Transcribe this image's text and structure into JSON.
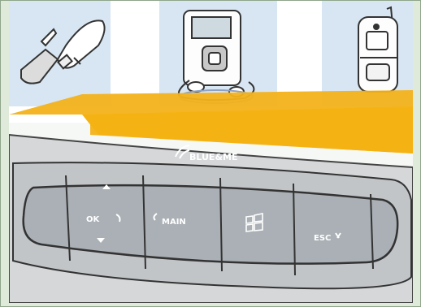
{
  "illustration": {
    "devices": [
      {
        "id": "usb-stick",
        "icon": "usb-stick-icon"
      },
      {
        "id": "mp3-player",
        "icon": "mp3-player-icon"
      },
      {
        "id": "mobile-phone",
        "icon": "mobile-phone-icon"
      }
    ],
    "arrow_color": "#f3b21b",
    "panel_background": "#dfeadb",
    "device_backdrop": "#d8e6f3",
    "brand_logo": {
      "text": "BLUE&ME",
      "icon": "wireless-signal-icon"
    },
    "buttons": [
      {
        "id": "ok",
        "label": "OK",
        "icon": "phone-answer-icon",
        "has_up_down": true
      },
      {
        "id": "main",
        "label": "MAIN",
        "icon": "voice-icon"
      },
      {
        "id": "windows",
        "label": "",
        "icon": "windows-logo-icon"
      },
      {
        "id": "esc",
        "label": "ESC",
        "icon": "phone-hangup-icon"
      }
    ]
  }
}
